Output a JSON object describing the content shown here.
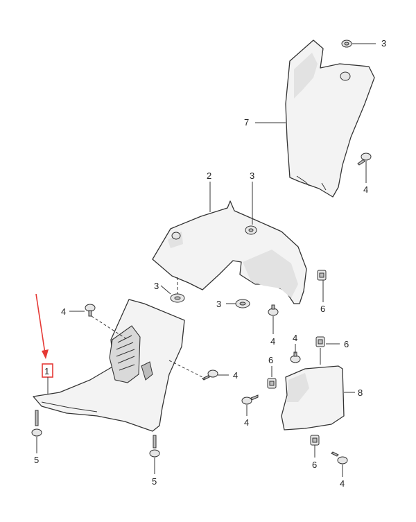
{
  "callouts": {
    "c1": "1",
    "c2": "2",
    "c3a": "3",
    "c3b": "3",
    "c3c": "3",
    "c3d": "3",
    "c4a": "4",
    "c4b": "4",
    "c4c": "4",
    "c4d": "4",
    "c4e": "4",
    "c4f": "4",
    "c5a": "5",
    "c5b": "5",
    "c6a": "6",
    "c6b": "6",
    "c6c": "6",
    "c6d": "6",
    "c7": "7",
    "c8": "8"
  },
  "colors": {
    "highlight": "#e53935",
    "line": "#333333"
  }
}
